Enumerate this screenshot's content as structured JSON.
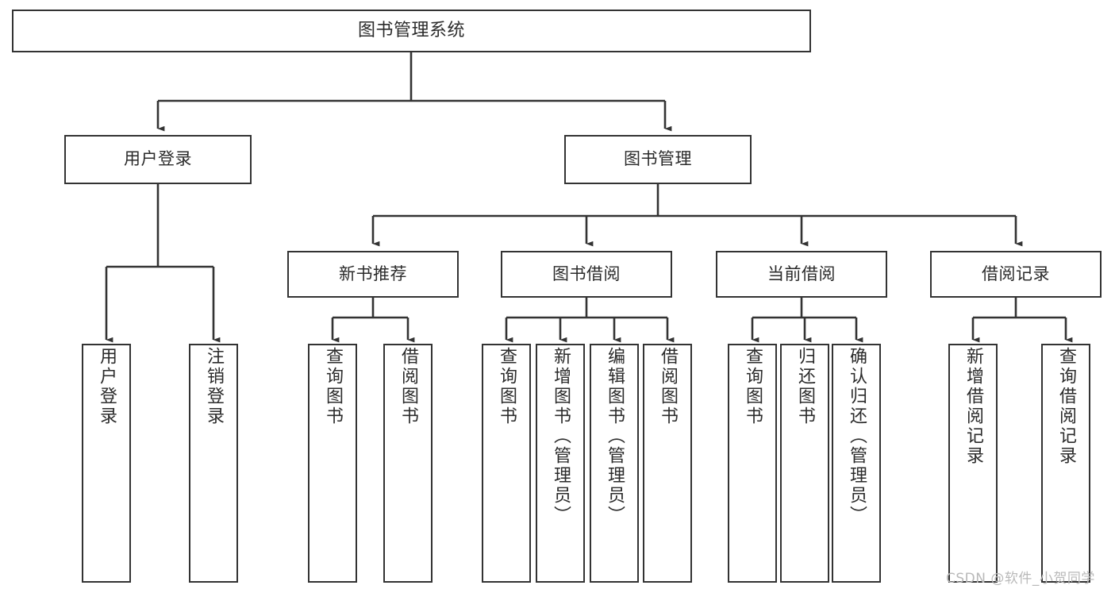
{
  "diagram": {
    "title": "图书管理系统",
    "type": "tree-hierarchy-diagram",
    "colors": {
      "box_border": "#333333",
      "box_fill": "#ffffff",
      "connector": "#333333",
      "text": "#2b2b2b",
      "watermark": "#b9b9b9",
      "background": "#ffffff"
    },
    "root": {
      "label": "图书管理系统"
    },
    "level2": [
      {
        "label": "用户登录"
      },
      {
        "label": "图书管理"
      }
    ],
    "level3": [
      {
        "label": "新书推荐"
      },
      {
        "label": "图书借阅"
      },
      {
        "label": "当前借阅"
      },
      {
        "label": "借阅记录"
      }
    ],
    "leaves": {
      "user_login": [
        {
          "label": "用户登录"
        },
        {
          "label": "注销登录"
        }
      ],
      "new_book_recommend": [
        {
          "label": "查询图书"
        },
        {
          "label": "借阅图书"
        }
      ],
      "book_borrow": [
        {
          "label": "查询图书"
        },
        {
          "label": "新增图书（管理员）"
        },
        {
          "label": "编辑图书（管理员）"
        },
        {
          "label": "借阅图书"
        }
      ],
      "current_borrow": [
        {
          "label": "查询图书"
        },
        {
          "label": "归还图书"
        },
        {
          "label": "确认归还（管理员）"
        }
      ],
      "borrow_record": [
        {
          "label": "新增借阅记录"
        },
        {
          "label": "查询借阅记录"
        }
      ]
    },
    "watermark": "CSDN @软件_小贺同学"
  }
}
